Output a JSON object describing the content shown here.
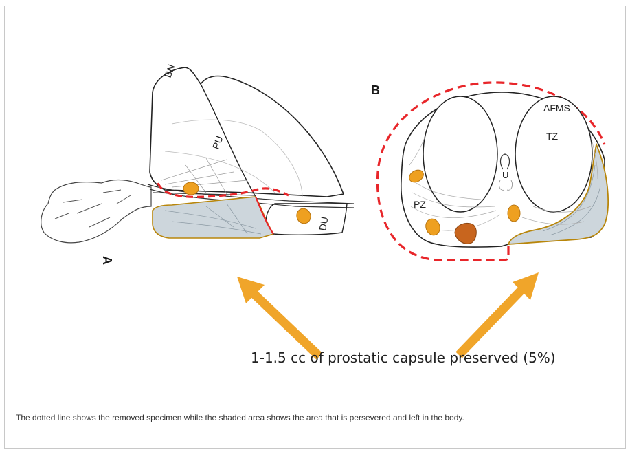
{
  "figure": {
    "panel_a": {
      "letter": "A",
      "labels": {
        "bn": "BN",
        "pu": "PU",
        "du": "DU"
      }
    },
    "panel_b": {
      "letter": "B",
      "labels": {
        "afms": "AFMS",
        "tz": "TZ",
        "u": "U",
        "pz": "PZ"
      }
    },
    "annotation": "1-1.5 cc of prostatic capsule preserved (5%)",
    "colors": {
      "removed_outline": "#e8262a",
      "preserved_fill": "#cdd6dc",
      "preserved_edge": "#b8860b",
      "nerve_fill": "#eea020",
      "nerve_dark": "#c8651e",
      "arrow": "#f0a52a"
    }
  },
  "caption": "The dotted line shows the removed specimen while the shaded area shows the area that is persevered and left in the body."
}
